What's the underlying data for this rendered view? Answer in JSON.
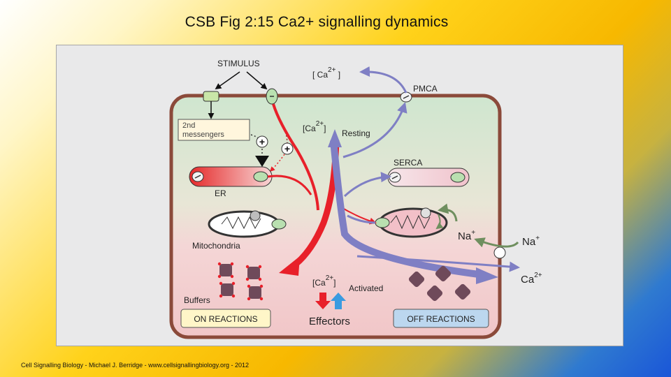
{
  "slide": {
    "title": "CSB Fig 2:15 Ca2+ signalling dynamics",
    "footer": "Cell Signalling Biology - Michael J. Berridge - www.cellsignallingbiology.org - 2012"
  },
  "diagram": {
    "stimulus": "STIMULUS",
    "ca_ext": {
      "base": "[ Ca",
      "sup": "2+",
      "close": " ]"
    },
    "pmca": "PMCA",
    "messengers": {
      "line1": "2nd",
      "line2": "messengers"
    },
    "ca_resting": {
      "base": "[Ca",
      "sup": "2+",
      "close": "]",
      "label": "Resting"
    },
    "serca": "SERCA",
    "er": "ER",
    "na_inner": {
      "base": "Na",
      "sup": "+"
    },
    "na_outer": {
      "base": "Na",
      "sup": "+"
    },
    "ca_outer": {
      "base": "Ca",
      "sup": "2+"
    },
    "mitochondria": "Mitochondria",
    "ca_activated": {
      "base": "[Ca",
      "sup": "2+",
      "close": "]",
      "label": "Activated"
    },
    "buffers": "Buffers",
    "on_reactions": "ON REACTIONS",
    "effectors": "Effectors",
    "off_reactions": "OFF REACTIONS",
    "plus_sign": "+",
    "colors": {
      "on": "#e8202a",
      "off": "#7f7fc4",
      "cell_wall": "#8b4a3a",
      "buffer": "#6f4a5a"
    }
  }
}
